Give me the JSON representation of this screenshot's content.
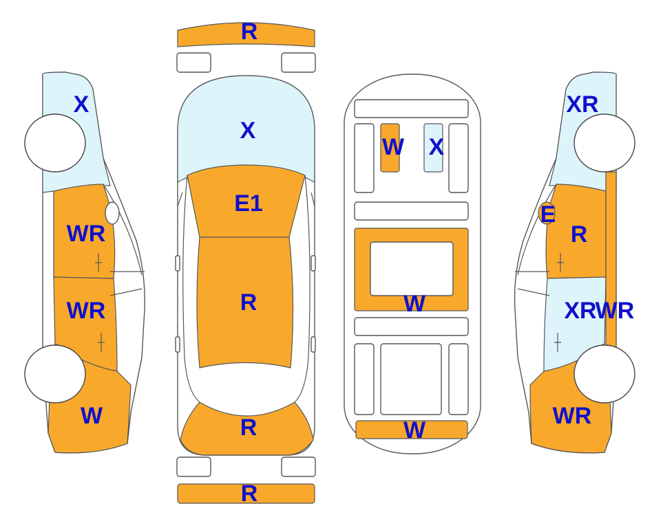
{
  "colors": {
    "repaired": "#F8A92C",
    "replaced": "#DDF4FB",
    "label": "#1010CC"
  },
  "labels": {
    "left_side": {
      "roof_pillar": "X",
      "front_door": "WR",
      "rear_door": "WR",
      "rear_fender": "W"
    },
    "top_view": {
      "front_bumper": "R",
      "windshield": "X",
      "hood": "E1",
      "roof": "R",
      "trunk": "R",
      "rear_bumper": "R"
    },
    "floor_view": {
      "left_member": "W",
      "right_member": "X",
      "center_floor": "W",
      "rear_panel": "W"
    },
    "right_side": {
      "roof_pillar": "XR",
      "mirror": "E",
      "front_door": "R",
      "rear_door": "XR",
      "rear_pillar": "WR",
      "rear_fender": "WR"
    }
  }
}
